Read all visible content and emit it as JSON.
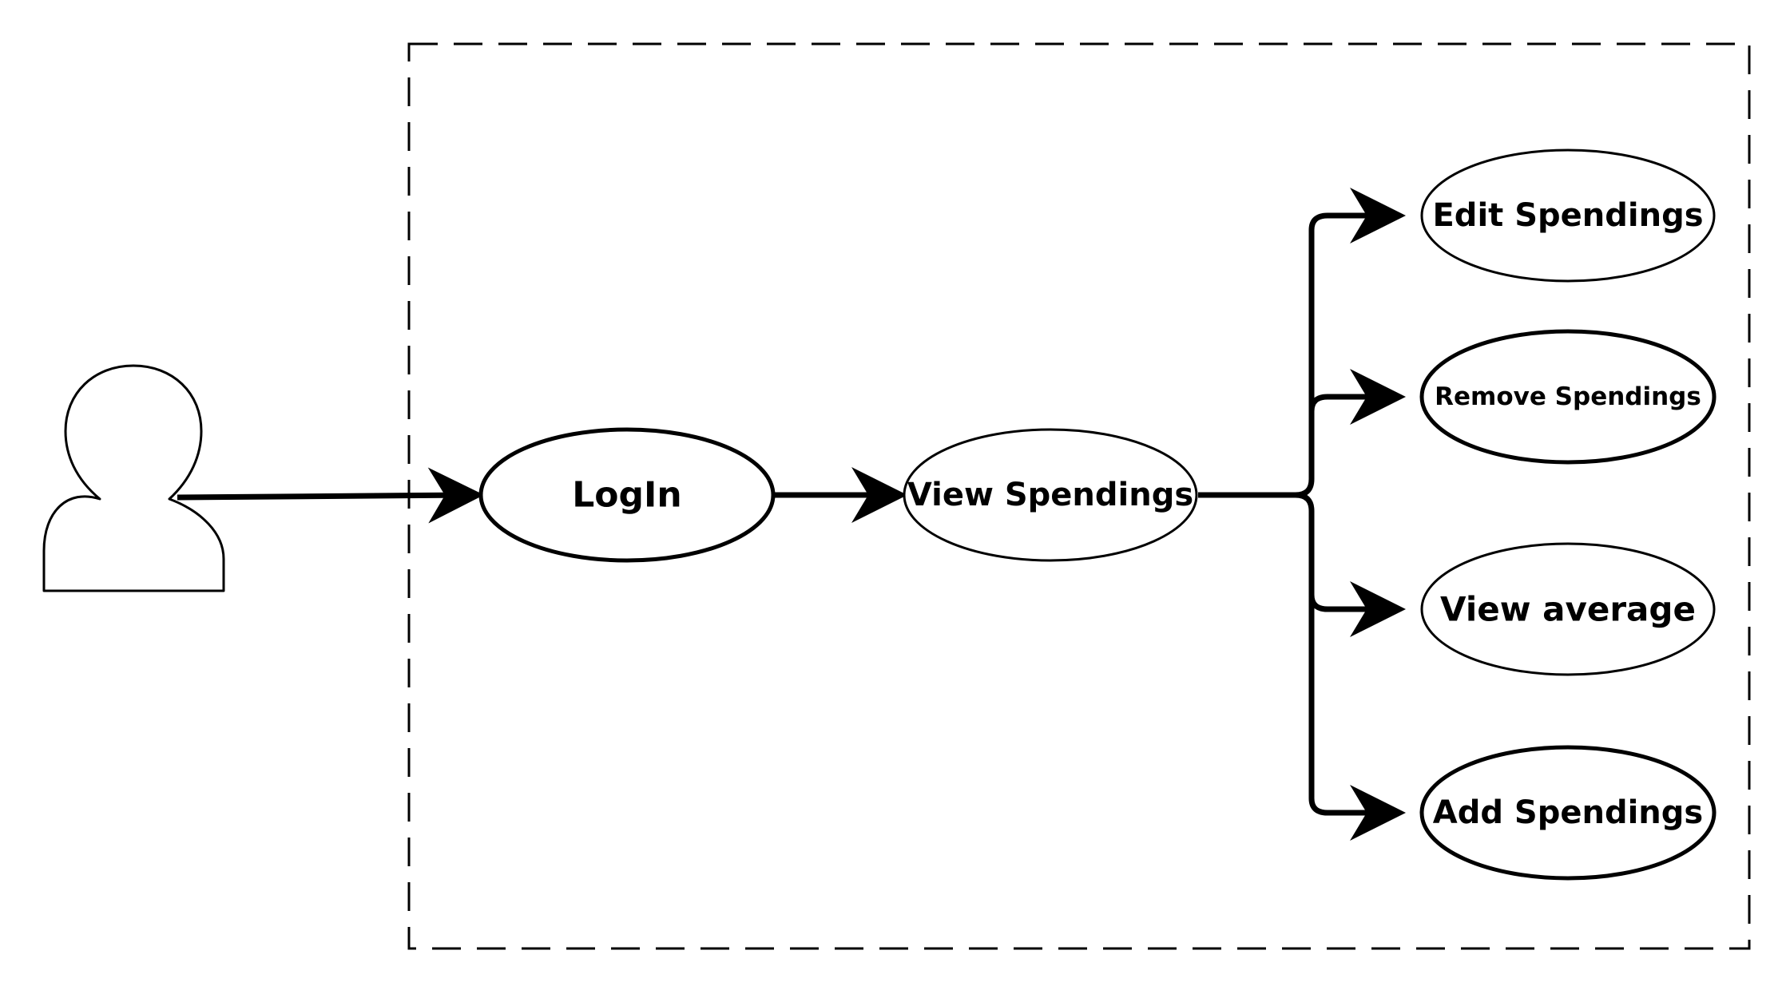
{
  "diagram": {
    "colors": {
      "stroke": "#000000",
      "fill": "#ffffff",
      "background": "#ffffff"
    },
    "actor": {
      "icon": "user-icon"
    },
    "use_cases": {
      "login": {
        "label": "LogIn"
      },
      "view_spendings": {
        "label": "View Spendings"
      },
      "edit_spendings": {
        "label": "Edit Spendings"
      },
      "remove_spendings": {
        "label": "Remove Spendings"
      },
      "view_average": {
        "label": "View average"
      },
      "add_spendings": {
        "label": "Add Spendings"
      }
    }
  }
}
